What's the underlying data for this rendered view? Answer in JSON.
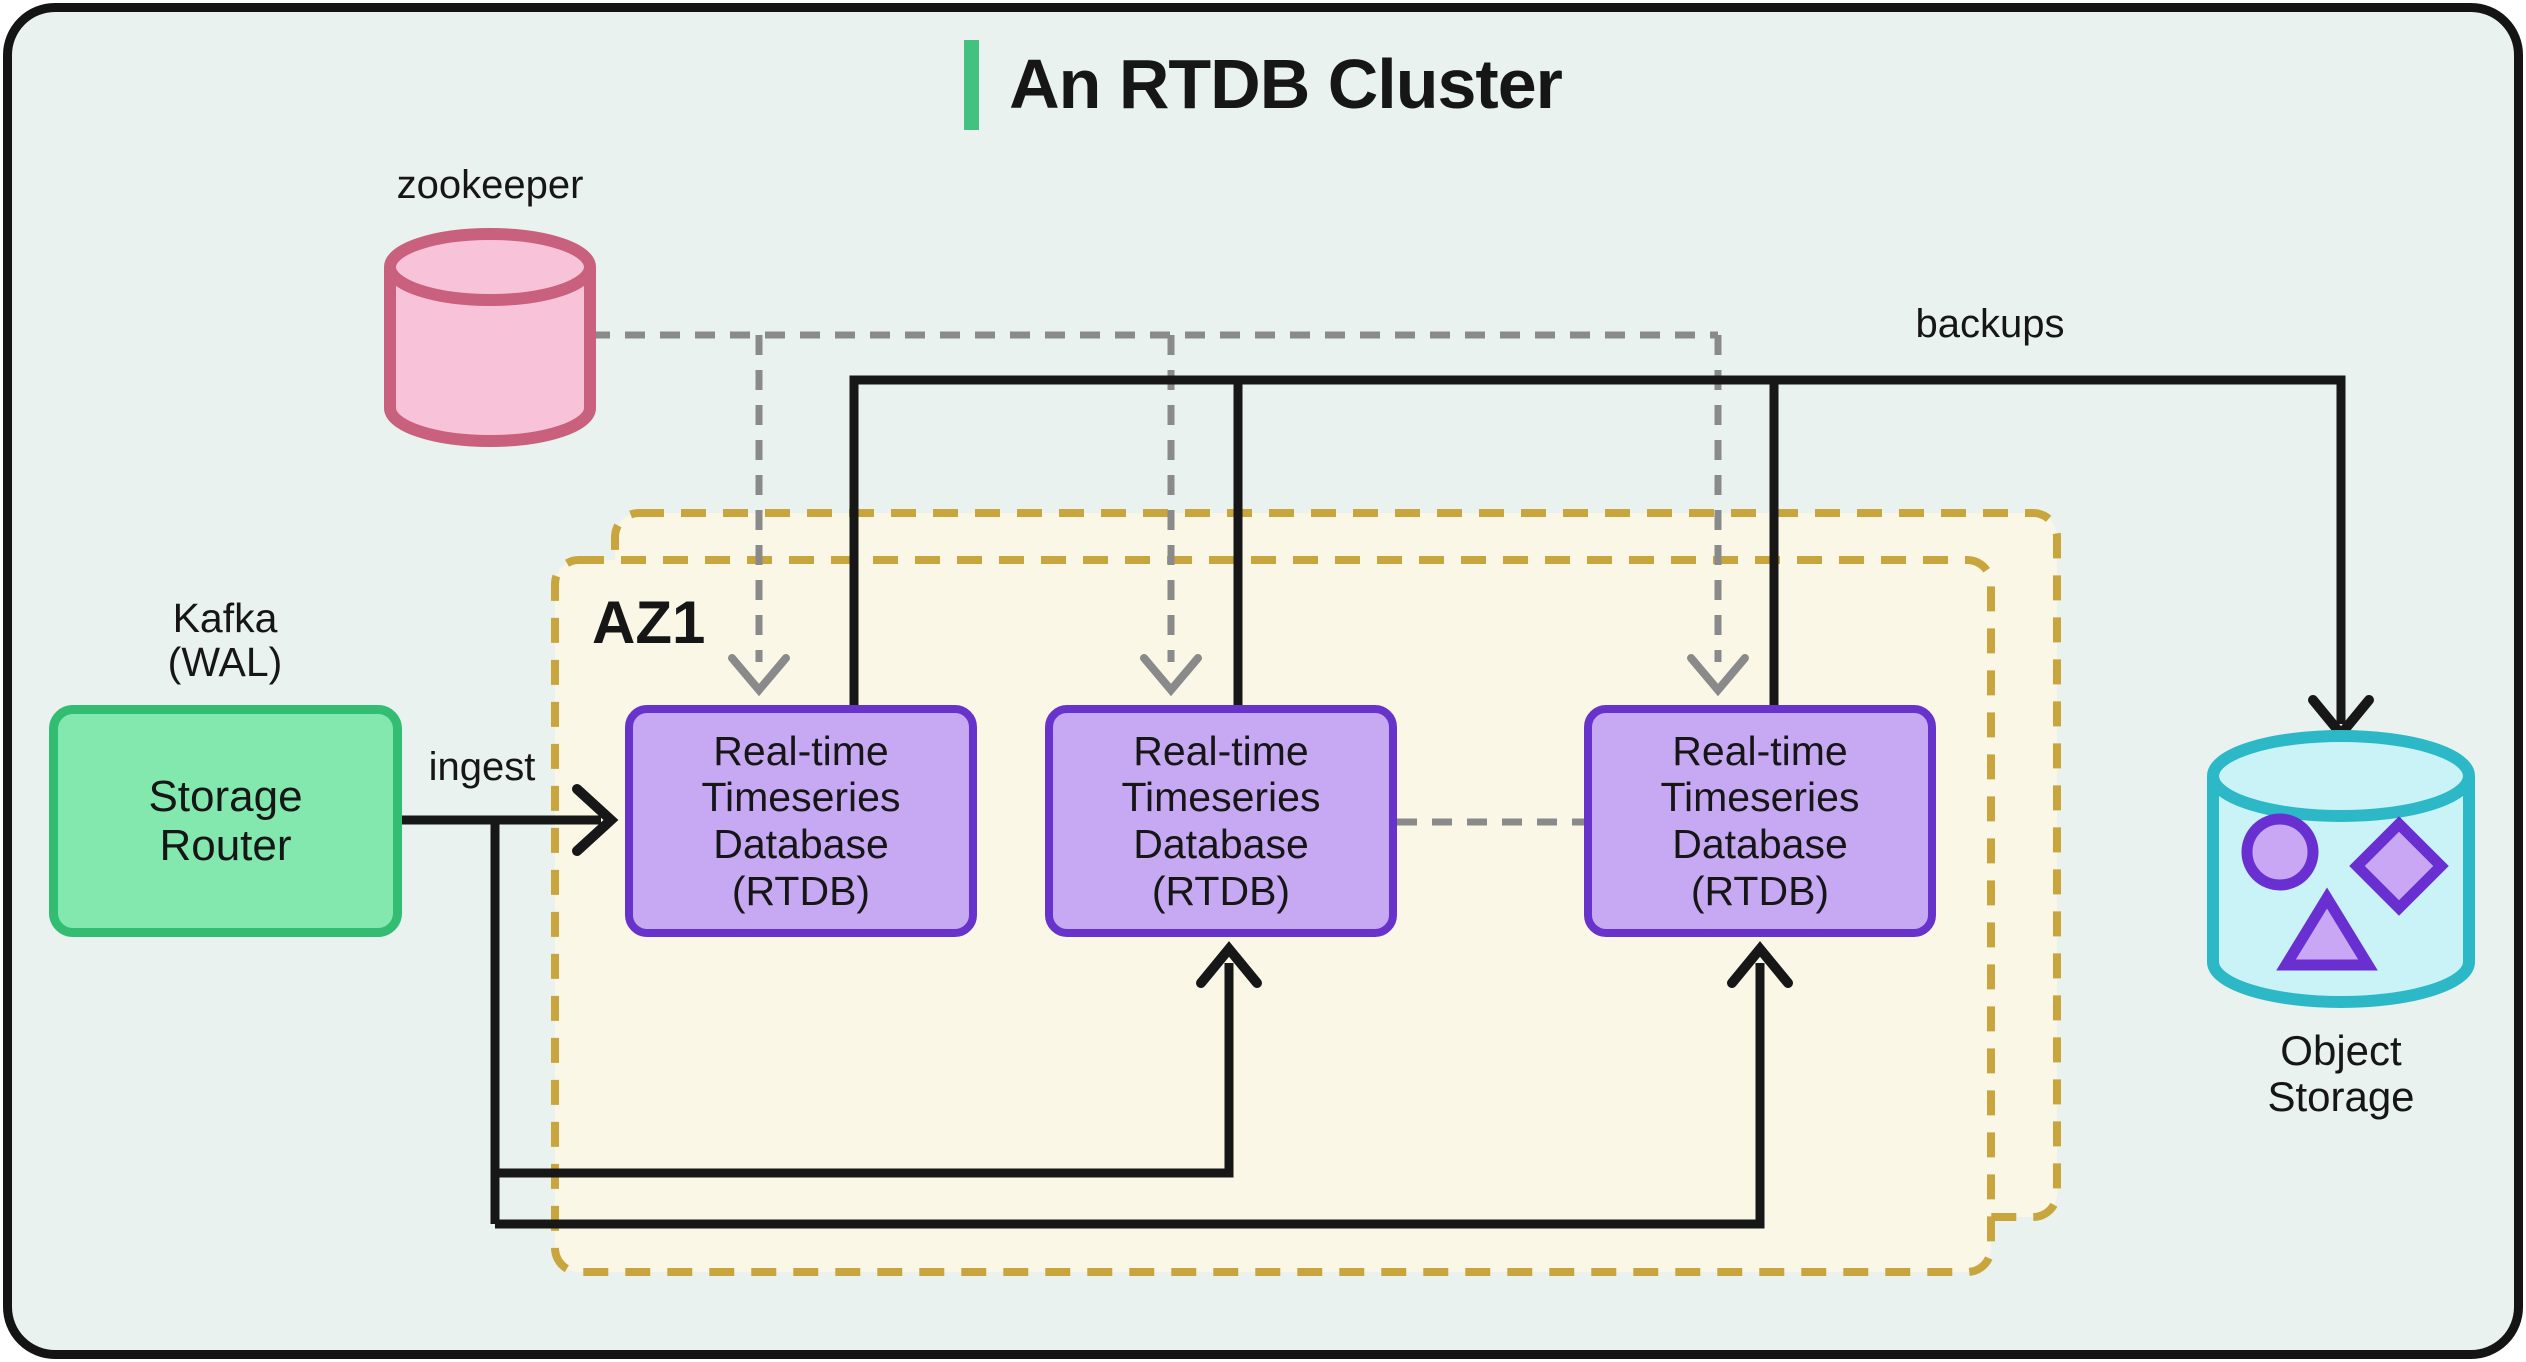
{
  "diagram": {
    "title": "An RTDB Cluster"
  },
  "zookeeper": {
    "label": "zookeeper"
  },
  "kafka_annotation": {
    "line1": "Kafka",
    "line2": "(WAL)"
  },
  "storage_router": {
    "line1": "Storage",
    "line2": "Router"
  },
  "availability_zone": {
    "label": "AZ1"
  },
  "rtdb": {
    "line1": "Real-time",
    "line2": "Timeseries",
    "line3": "Database",
    "line4": "(RTDB)"
  },
  "object_storage": {
    "line1": "Object",
    "line2": "Storage"
  },
  "edges": {
    "ingest_label": "ingest",
    "backups_label": "backups"
  },
  "colors": {
    "bg": "#e9f2ee",
    "frame-border": "#141414",
    "title-accent": "#42c27e",
    "text": "#161616",
    "line-black": "#171717",
    "line-gray": "#8a8a8a",
    "az-fill": "#faf7e6",
    "az-stroke": "#c9a53e",
    "rtdb-fill": "#c7a8f3",
    "rtdb-stroke": "#6733cb",
    "router-fill": "#82e8ad",
    "router-stroke": "#33bd72",
    "zookeeper-fill": "#f8c3d9",
    "zookeeper-stroke": "#c9607e",
    "objstore-fill": "#c9f3f7",
    "objstore-stroke": "#2db8c8",
    "shape-fill": "#c9a7f4",
    "shape-stroke": "#6a2fd0"
  }
}
